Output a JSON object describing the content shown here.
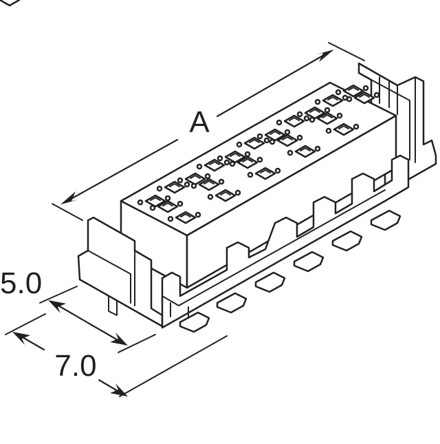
{
  "diagram": {
    "dimensions": {
      "length_label": "A",
      "width_label": "5.0",
      "depth_label": "7.0"
    },
    "colors": {
      "line": "#231f20",
      "background": "#ffffff"
    }
  }
}
